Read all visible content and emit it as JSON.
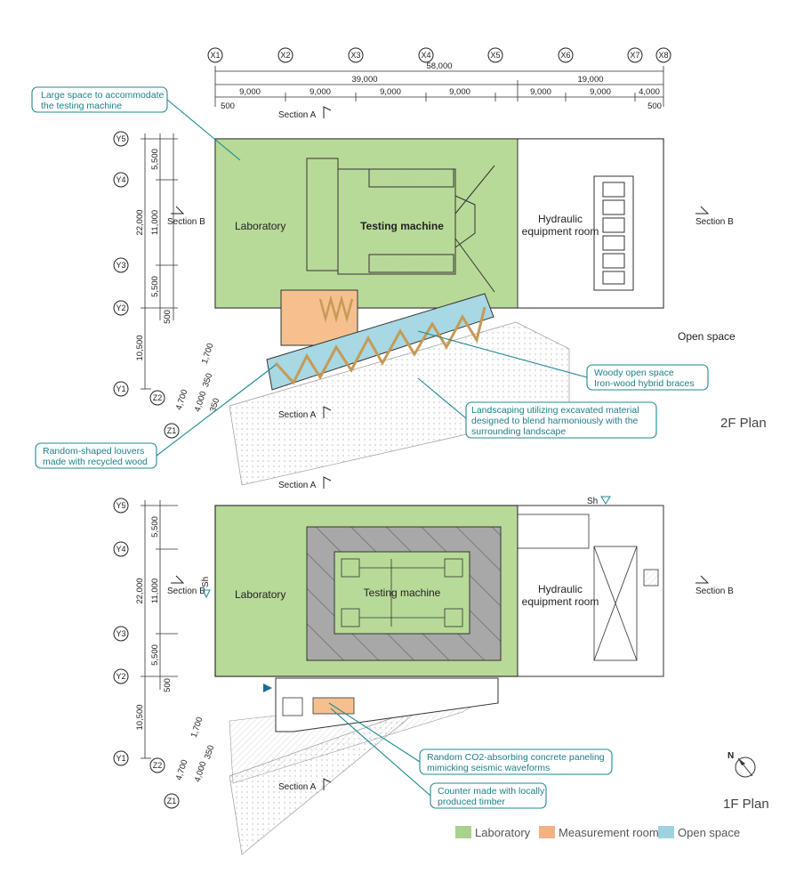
{
  "plans": {
    "top": {
      "title": "2F Plan",
      "rooms": {
        "laboratory": "Laboratory",
        "testing_machine": "Testing machine",
        "hydraulic_1": "Hydraulic",
        "hydraulic_2": "equipment room",
        "open_space": "Open space"
      }
    },
    "bottom": {
      "title": "1F Plan",
      "rooms": {
        "laboratory": "Laboratory",
        "testing_machine": "Testing machine",
        "hydraulic_1": "Hydraulic",
        "hydraulic_2": "equipment room"
      },
      "shaft_labels": [
        "Sh",
        "Sh"
      ]
    }
  },
  "grid": {
    "x": [
      "X1",
      "X2",
      "X3",
      "X4",
      "X5",
      "X6",
      "X7",
      "X8"
    ],
    "y": [
      "Y5",
      "Y4",
      "Y3",
      "Y2",
      "Y1"
    ],
    "z": [
      "Z2",
      "Z1"
    ]
  },
  "dimensions": {
    "overall": "58,000",
    "left_group": "39,000",
    "right_group": "19,000",
    "bays": [
      "9,000",
      "9,000",
      "9,000",
      "9,000",
      "9,000",
      "9,000",
      "4,000"
    ],
    "edge": [
      "500",
      "500"
    ],
    "vertical_top": [
      "5,500",
      "11,000",
      "5,500",
      "500",
      "10,500"
    ],
    "vertical_total": "22,000",
    "skew_top": [
      "1,700",
      "350",
      "350",
      "4,700",
      "4,000"
    ],
    "vertical_bottom": [
      "5,500",
      "11,000",
      "5,500",
      "500",
      "10,500"
    ],
    "vertical_total_bottom": "22,000",
    "skew_bottom": [
      "1,700",
      "350",
      "4,700",
      "4,000"
    ]
  },
  "sections": {
    "a": "Section A",
    "b": "Section B"
  },
  "callouts": {
    "large_space_1": "Large space to accommodate",
    "large_space_2": "the testing machine",
    "woody_1": "Woody open space",
    "woody_2": "Iron-wood hybrid braces",
    "landscape_1": "Landscaping utilizing excavated material",
    "landscape_2": "designed to blend harmoniously with the",
    "landscape_3": "surrounding landscape",
    "louvers_1": "Random-shaped louvers",
    "louvers_2": "made with recycled wood",
    "co2_1": "Random CO2-absorbing concrete paneling",
    "co2_2": "mimicking seismic waveforms",
    "counter_1": "Counter made with locally",
    "counter_2": "produced timber"
  },
  "north": "N",
  "legend": {
    "items": [
      {
        "label": "Laboratory",
        "color": "#a9d18e"
      },
      {
        "label": "Measurement room",
        "color": "#f4b183"
      },
      {
        "label": "Open space",
        "color": "#9dd3e0"
      }
    ]
  },
  "colors": {
    "lab": "#b8da98",
    "measure": "#f6c08e",
    "open": "#a7d8e4",
    "callout": "#1d8a92",
    "line": "#333333"
  }
}
